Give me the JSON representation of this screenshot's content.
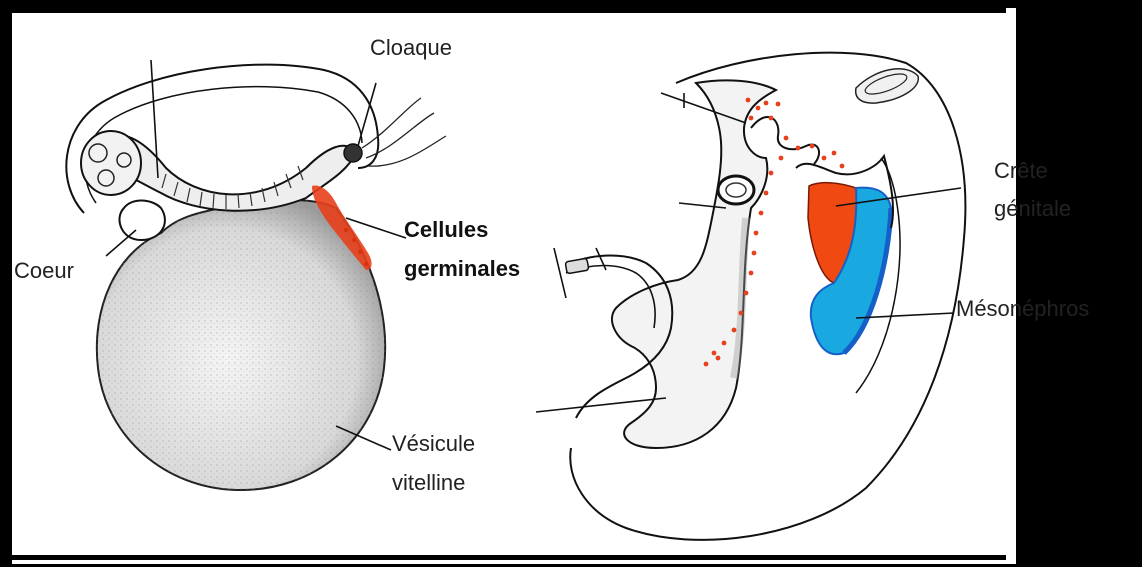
{
  "labels": {
    "cloaque": "Cloaque",
    "cellules": "Cellules",
    "germinales": "germinales",
    "coeur": "Coeur",
    "vesicule": "Vésicule",
    "vitelline": "vitelline",
    "crete": "Crête",
    "genitale": "génitale",
    "mesonephros": "Mésonéphros"
  },
  "colors": {
    "germ_cells": "#e8401c",
    "genital_ridge": "#f04a12",
    "mesonephros": "#1aa8e0",
    "mesonephros_dark": "#1560c8",
    "line": "#111111",
    "background": "#ffffff"
  }
}
